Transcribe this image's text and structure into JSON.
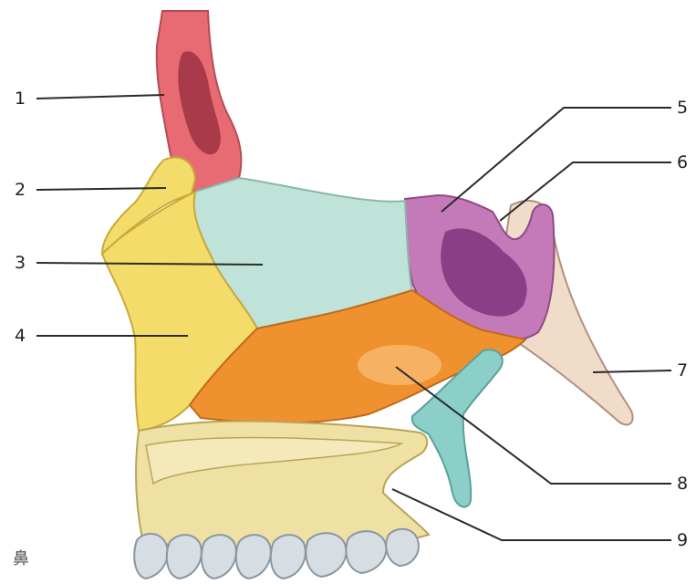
{
  "labels": {
    "l1": "1",
    "l2": "2",
    "l3": "3",
    "l4": "4",
    "l5": "5",
    "l6": "6",
    "l7": "7",
    "l8": "8",
    "l9": "9"
  },
  "corner_mark": "鼻",
  "colors": {
    "nasal_bone": "#e86a72",
    "nasal_bone_cavity": "#a83a4a",
    "yellow_bone": "#f3dc6a",
    "ethmoid_plate": "#bfe3d8",
    "sphenoid_body": "#c47ab8",
    "sphenoid_sinus": "#8a3e86",
    "pterygoid": "#f0dcc8",
    "vomer": "#f0912f",
    "palatine": "#8ccfc9",
    "palate": "#efe1a4",
    "teeth": "#d6dde3"
  }
}
